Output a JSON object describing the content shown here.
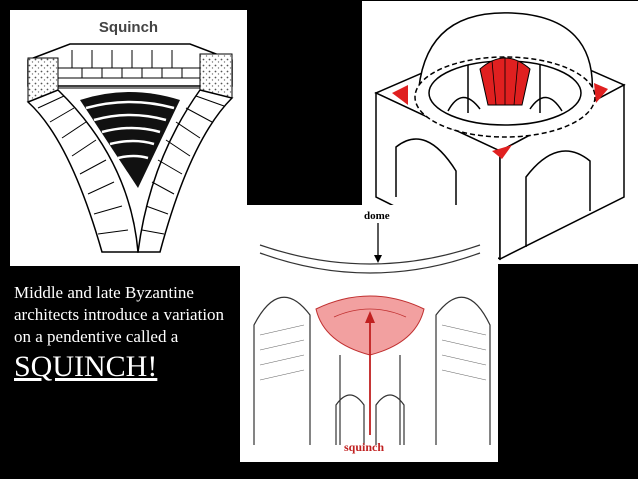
{
  "panel1": {
    "title": "Squinch"
  },
  "panel3": {
    "label_dome": "dome",
    "label_squinch": "squinch"
  },
  "caption": {
    "body": "Middle and late Byzantine architects introduce a variation on a pendentive called a",
    "emphasis": "SQUINCH!"
  },
  "colors": {
    "accent_red": "#e02020",
    "pink_fill": "#f2a0a0",
    "background": "#000000"
  }
}
